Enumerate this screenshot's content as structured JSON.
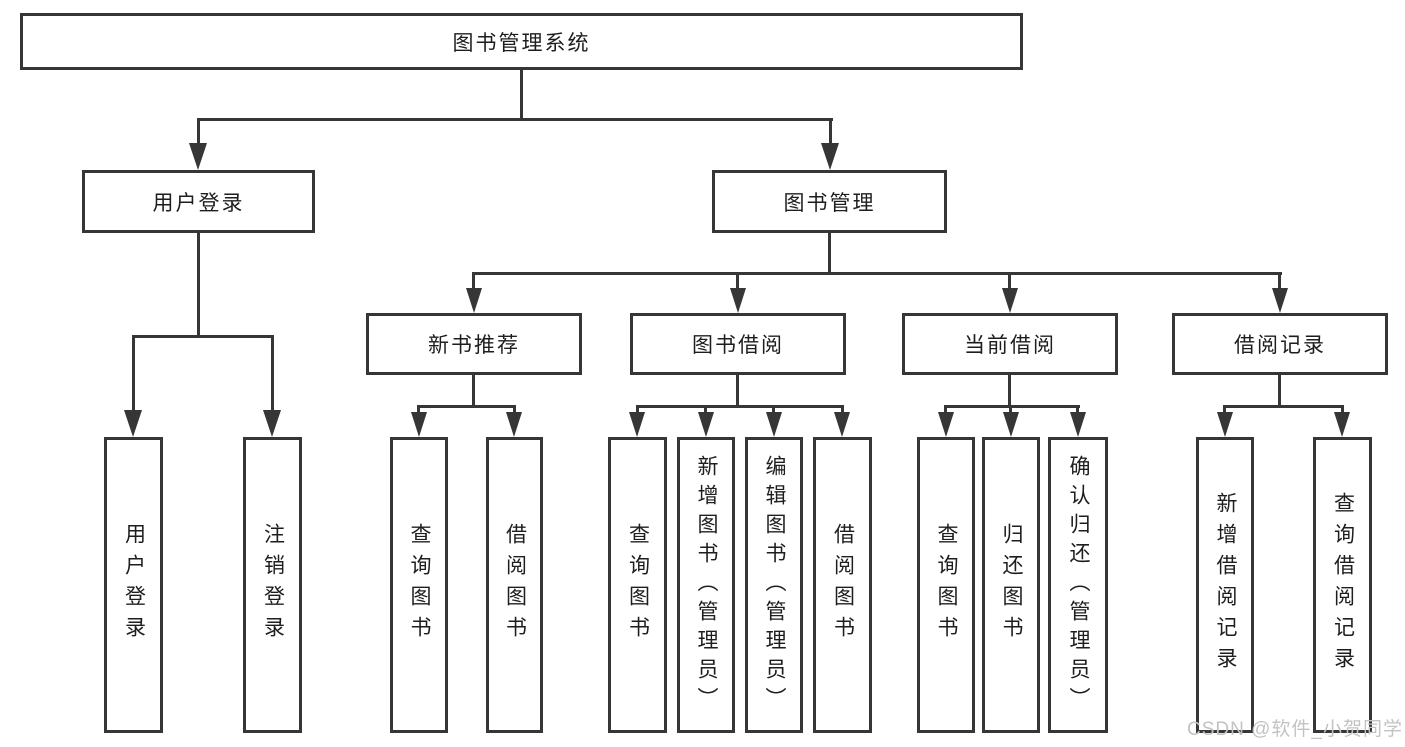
{
  "diagram": {
    "root": {
      "label": "图书管理系统"
    },
    "level2": {
      "user_login": "用户登录",
      "book_management": "图书管理"
    },
    "level3": {
      "new_book_recommend": "新书推荐",
      "book_borrow": "图书借阅",
      "current_borrow": "当前借阅",
      "borrow_records": "借阅记录"
    },
    "leaves": {
      "user_login": [
        "用户登录",
        "注销登录"
      ],
      "new_book_recommend": [
        "查询图书",
        "借阅图书"
      ],
      "book_borrow": [
        "查询图书",
        "新增图书（管理员）",
        "编辑图书（管理员）",
        "借阅图书"
      ],
      "current_borrow": [
        "查询图书",
        "归还图书",
        "确认归还（管理员）"
      ],
      "borrow_records": [
        "新增借阅记录",
        "查询借阅记录"
      ]
    }
  },
  "watermark": {
    "text": "CSDN @软件_小贺同学",
    "color": "#c3c3c3"
  },
  "colors": {
    "line": "#363636",
    "text": "#1e1e1e",
    "background": "#ffffff"
  }
}
